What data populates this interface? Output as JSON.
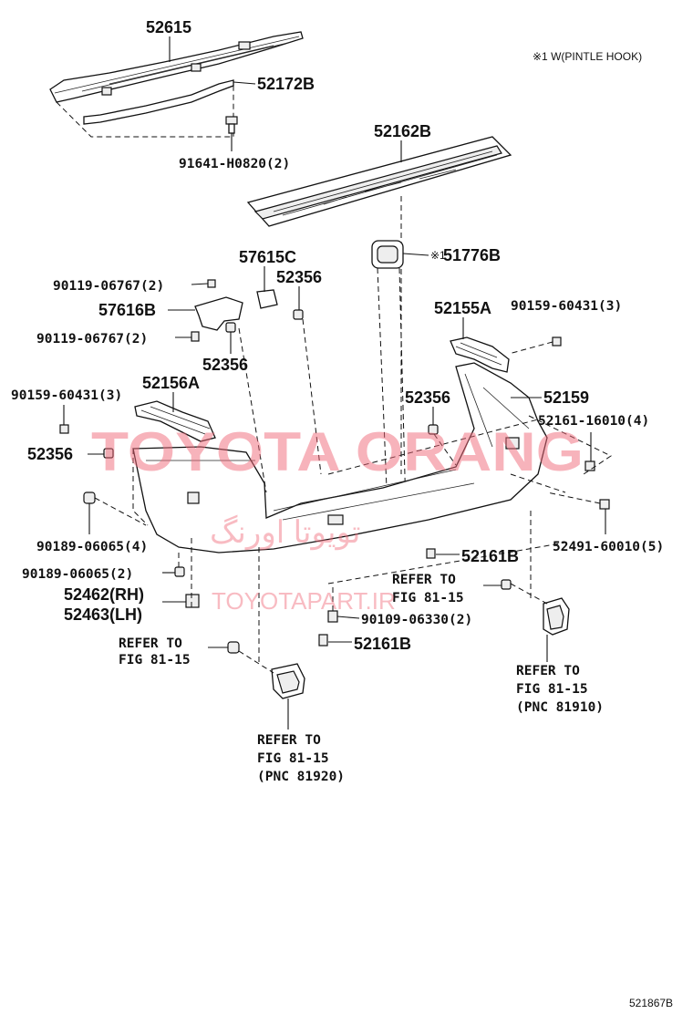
{
  "note_pintle": "※1 W(PINTLE HOOK)",
  "diagram_id": "521867B",
  "watermark": {
    "main": "TOYOTA ORANG",
    "arabic": "تویوتا اورنگ",
    "site": "TOYOTAPART.IR"
  },
  "labels": {
    "p52615": "52615",
    "p52172B": "52172B",
    "p91641": "91641-H0820(2)",
    "p52162B": "52162B",
    "p51776B": "51776B",
    "p51776B_mark": "※1",
    "p57615C": "57615C",
    "p52356_a": "52356",
    "p90119_a": "90119-06767(2)",
    "p57616B": "57616B",
    "p90119_b": "90119-06767(2)",
    "p52356_b": "52356",
    "p52155A": "52155A",
    "p90159_a": "90159-60431(3)",
    "p90159_b": "90159-60431(3)",
    "p52156A": "52156A",
    "p52356_c": "52356",
    "p52159": "52159",
    "p52161_16010": "52161-16010(4)",
    "p52356_d": "52356",
    "p90189_a": "90189-06065(4)",
    "p52491": "52491-60010(5)",
    "p90189_b": "90189-06065(2)",
    "p52161B_a": "52161B",
    "p52462": "52462(RH)",
    "p52463": "52463(LH)",
    "p90109": "90109-06330(2)",
    "p52161B_b": "52161B"
  },
  "refers": {
    "r1_line1": "REFER TO",
    "r1_line2": "FIG 81-15",
    "r2_line1": "REFER TO",
    "r2_line2": "FIG 81-15",
    "r3_line1": "REFER TO",
    "r3_line2": "FIG 81-15",
    "r3_line3": "(PNC 81910)",
    "r4_line1": "REFER TO",
    "r4_line2": "FIG 81-15",
    "r4_line3": "(PNC 81920)"
  }
}
